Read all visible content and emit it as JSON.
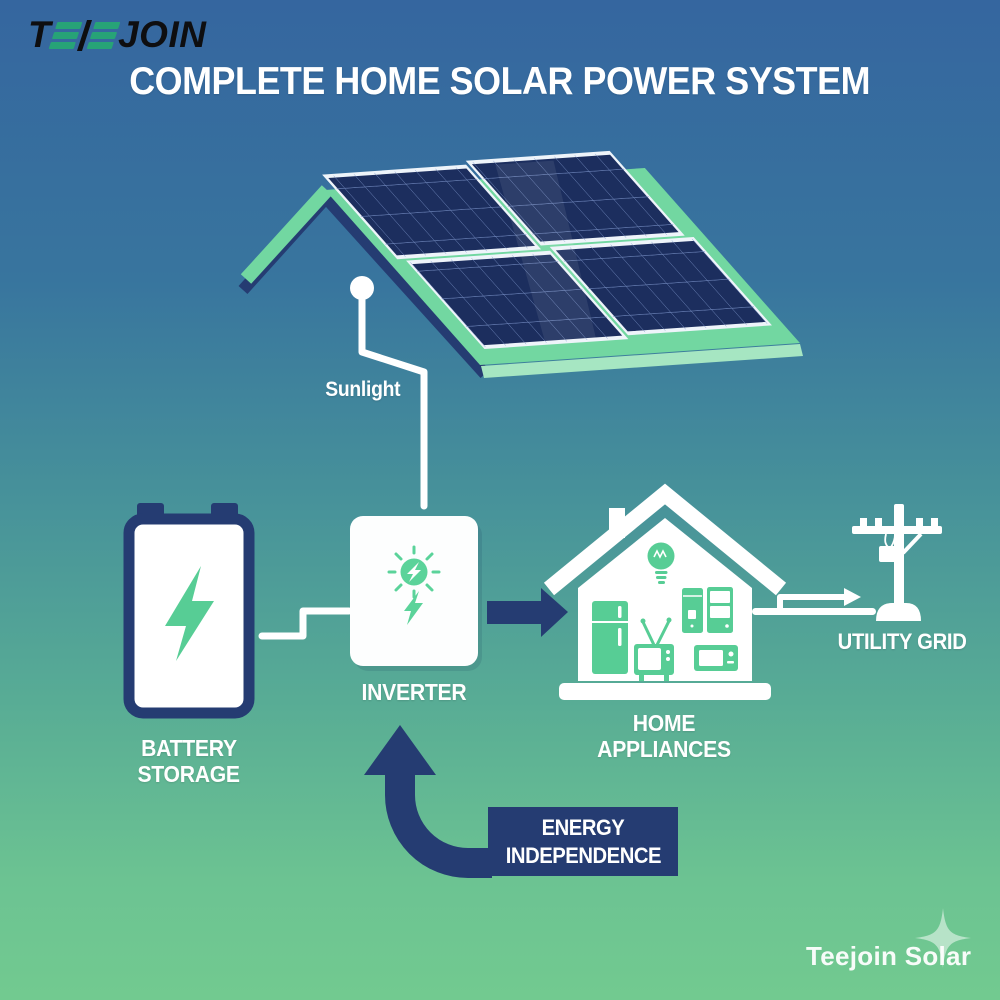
{
  "brand": {
    "logo_t": "T",
    "logo_join": "JOIN",
    "watermark": "Teejoin Solar"
  },
  "header": {
    "title": "COMPLETE HOME SOLAR POWER SYSTEM"
  },
  "diagram": {
    "sunlight_label": "Sunlight",
    "battery_label_line1": "BATTERY",
    "battery_label_line2": "STORAGE",
    "inverter_label": "INVERTER",
    "home_appliances_label": "HOME APPLIANCES",
    "utility_grid_label": "UTILITY GRID",
    "banner_line1": "ENERGY",
    "banner_line2": "INDEPENDENCE",
    "icons": {
      "roof": "solar-panel-roof-icon",
      "sunlight_pointer": "sunlight-callout-dot-icon",
      "battery": "battery-lightning-icon",
      "inverter": "inverter-sun-bolt-icon",
      "house": "house-appliances-icon",
      "utility_pole": "utility-pole-icon",
      "flow_arrow_right": "flow-arrow-icon",
      "grid_step_arrow": "step-arrow-icon",
      "independence_arrow": "curved-up-arrow-icon",
      "sparkle": "sparkle-icon"
    },
    "colors": {
      "navy": "#253c72",
      "accent_green": "#57cd95",
      "roof_green": "#72d7a1",
      "panel_blue": "#1c2e5e",
      "bg_top": "#35669f",
      "bg_bottom": "#72ca90",
      "logo_green": "#27a377",
      "white": "#ffffff"
    }
  }
}
